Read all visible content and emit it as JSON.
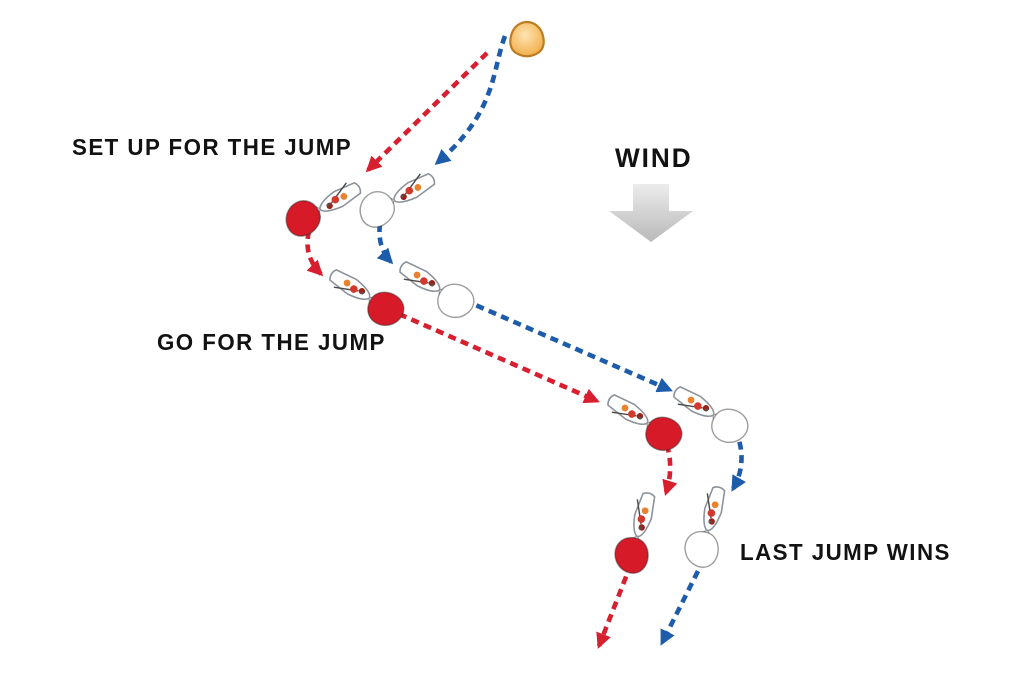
{
  "annotations": {
    "set_up_for_the_jump": "SET UP FOR THE JUMP",
    "go_for_the_jump": "GO FOR THE JUMP",
    "wind": "WIND",
    "last_jump_wins": "LAST JUMP WINS"
  },
  "colors": {
    "red_path": "#d71f2f",
    "blue_path": "#1d5cab",
    "red_boat": "#d71a28",
    "white_boat": "#ffffff",
    "mark_light": "#fde4b2",
    "mark_mid": "#f2a93f",
    "mark_stroke": "#bc7d22",
    "wind_light": "#ececec",
    "wind_dark": "#b9b9b9",
    "text": "#121212",
    "background": "#ffffff"
  },
  "icons": {
    "mark": "windward-mark-buoy-icon",
    "wind_arrow": "wind-direction-down-arrow-icon",
    "red_boat": "red-spinnaker-sailboat-icon",
    "white_boat": "white-spinnaker-sailboat-icon",
    "path_arrows": "dashed-course-arrow-icon"
  }
}
